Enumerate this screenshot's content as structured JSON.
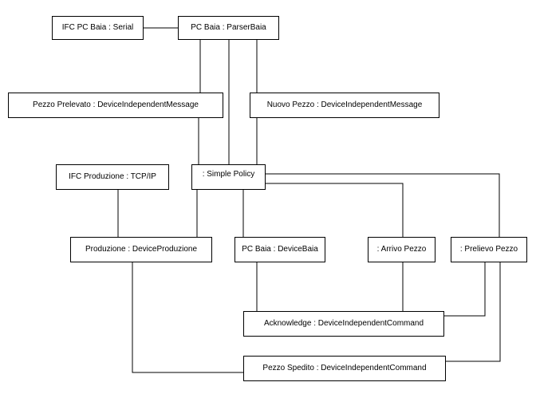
{
  "objects": {
    "ifc_pc_baia": "IFC PC Baia : Serial",
    "pc_baia_parser": "PC Baia : ParserBaia",
    "pezzo_prelevato": "Pezzo Prelevato : DeviceIndependentMessage",
    "nuovo_pezzo": "Nuovo Pezzo : DeviceIndependentMessage",
    "ifc_produzione": "IFC Produzione : TCP/IP",
    "simple_policy": ": Simple Policy",
    "produzione": "Produzione : DeviceProduzione",
    "pc_baia_device": "PC Baia : DeviceBaia",
    "arrivo_pezzo": ": Arrivo Pezzo",
    "prelievo_pezzo": ": Prelievo Pezzo",
    "acknowledge": "Acknowledge : DeviceIndependentCommand",
    "pezzo_spedito": "Pezzo Spedito : DeviceIndependentCommand"
  }
}
